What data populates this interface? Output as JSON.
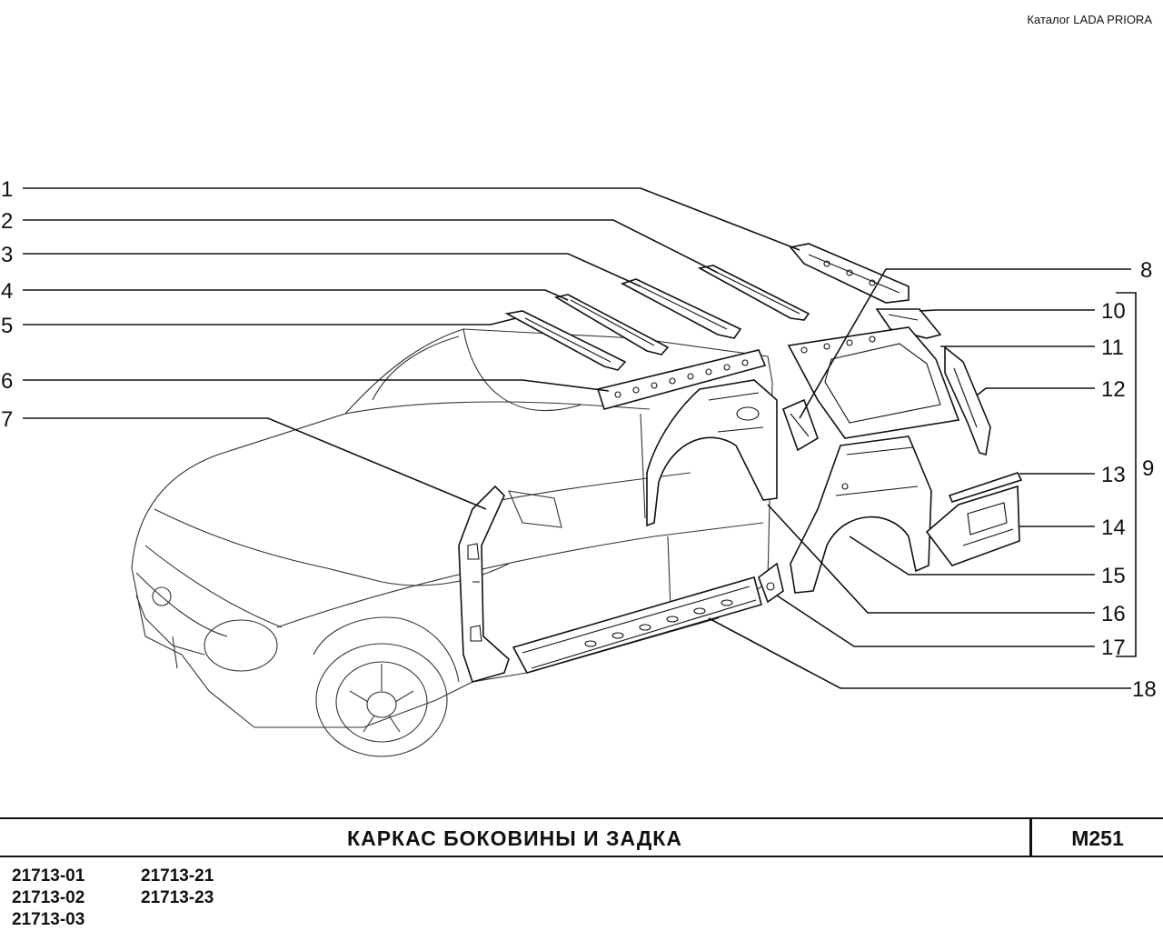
{
  "header": {
    "catalog": "Каталог  LADA  PRIORA"
  },
  "callouts": {
    "c1": "1",
    "c2": "2",
    "c3": "3",
    "c4": "4",
    "c5": "5",
    "c6": "6",
    "c7": "7",
    "c8": "8",
    "c9": "9",
    "c10": "10",
    "c11": "11",
    "c12": "12",
    "c13": "13",
    "c14": "14",
    "c15": "15",
    "c16": "16",
    "c17": "17",
    "c18": "18"
  },
  "title": {
    "text": "КАРКАС   БОКОВИНЫ   И   ЗАДКА",
    "code": "М251"
  },
  "models": {
    "left": [
      "21713-01",
      "21713-02",
      "21713-03"
    ],
    "right": [
      "21713-21",
      "21713-23"
    ]
  }
}
